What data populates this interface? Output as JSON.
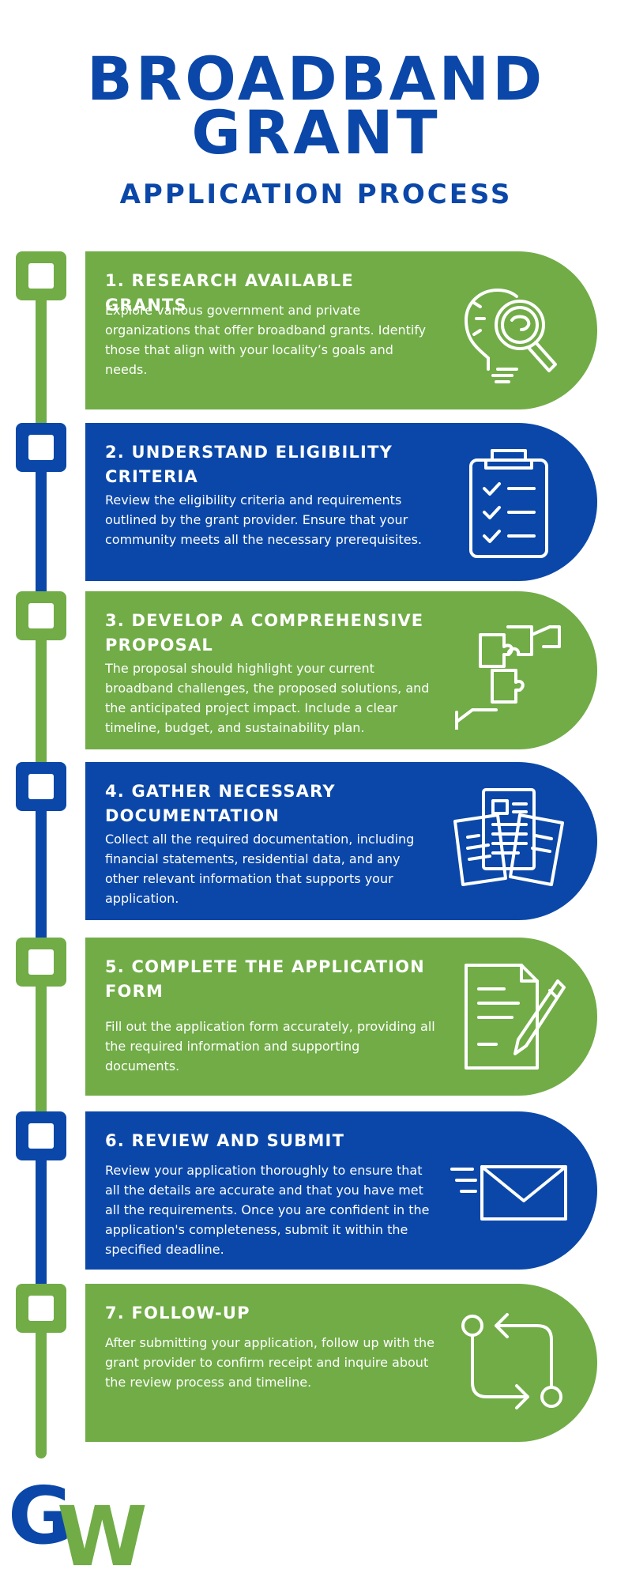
{
  "header": {
    "title_line1": "BROADBAND",
    "title_line2": "GRANT",
    "subtitle": "APPLICATION PROCESS"
  },
  "colors": {
    "green": "#71ac47",
    "blue": "#0a47a8",
    "background": "#ffffff"
  },
  "steps": [
    {
      "title": "1. RESEARCH AVAILABLE GRANTS",
      "body": "Explore various government and private organizations that offer broadband grants. Identify those that align with your locality’s goals and needs.",
      "icon": "lightbulb-magnifier-icon",
      "color": "green"
    },
    {
      "title": "2. UNDERSTAND ELIGIBILITY CRITERIA",
      "body": "Review the eligibility criteria and requirements outlined by the grant provider. Ensure that your community meets all the necessary prerequisites.",
      "icon": "clipboard-checklist-icon",
      "color": "blue"
    },
    {
      "title": "3. DEVELOP A COMPREHENSIVE PROPOSAL",
      "body": "The proposal should highlight your current broadband challenges, the proposed solutions, and the anticipated project impact. Include a clear timeline, budget, and sustainability plan.",
      "icon": "puzzle-hands-icon",
      "color": "green"
    },
    {
      "title": "4. GATHER NECESSARY DOCUMENTATION",
      "body": "Collect all the required documentation, including financial statements, residential data, and any other relevant information that supports your application.",
      "icon": "documents-icon",
      "color": "blue"
    },
    {
      "title": "5. COMPLETE THE APPLICATION FORM",
      "body": "Fill out the application form accurately, providing all the required information and supporting documents.",
      "icon": "form-pen-icon",
      "color": "green"
    },
    {
      "title": "6. REVIEW AND SUBMIT",
      "body": "Review your application thoroughly to ensure that all the details are accurate and that you have met all the requirements. Once you are confident in the application's completeness, submit it within the specified deadline.",
      "icon": "envelope-send-icon",
      "color": "blue"
    },
    {
      "title": "7. FOLLOW-UP",
      "body": "After submitting your application, follow up with the grant provider to confirm receipt and inquire about the review process and timeline.",
      "icon": "follow-up-arrows-icon",
      "color": "green"
    }
  ],
  "logo": {
    "letter1": "G",
    "letter2": "W"
  }
}
